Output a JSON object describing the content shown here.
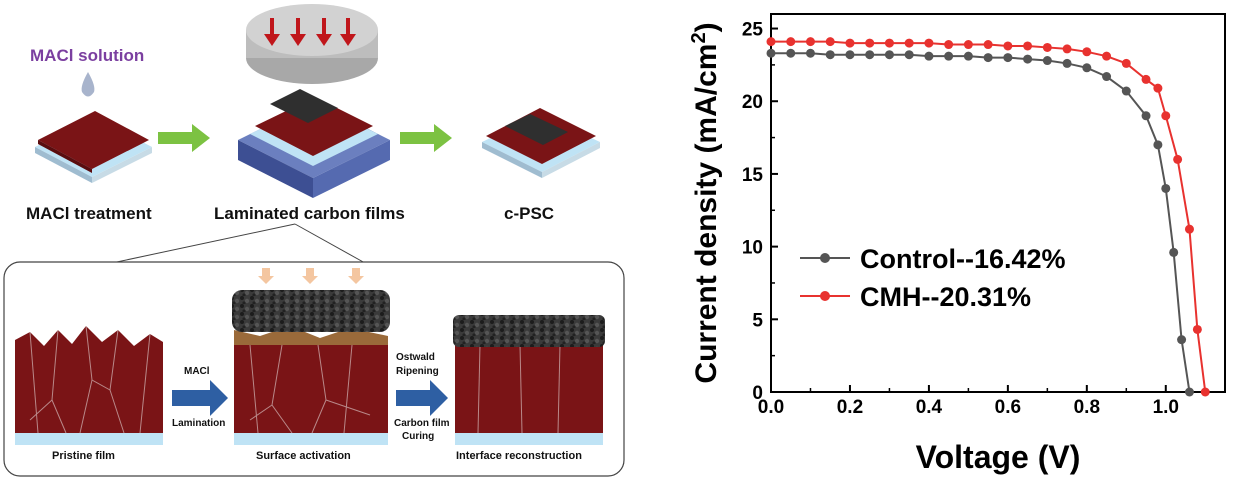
{
  "schematic": {
    "solution_label": "MACl solution",
    "step_labels": [
      "MACl treatment",
      "Laminated carbon films",
      "c-PSC"
    ],
    "detail": {
      "stage_labels": [
        "Pristine film",
        "Surface activation",
        "Interface reconstruction"
      ],
      "arrow1_top": "MACl",
      "arrow1_bottom": "Lamination",
      "arrow2_top_line1": "Ostwald",
      "arrow2_top_line2": "Ripening",
      "arrow2_bottom_line1": "Carbon film",
      "arrow2_bottom_line2": "Curing"
    },
    "colors": {
      "perovskite": "#7a1416",
      "substrate": "#bfe3f5",
      "carbon": "#2f2f2f",
      "press_base": "#4a5fa6",
      "arrow_green": "#7cc242",
      "arrow_blue": "#2e5fa3",
      "solution_text": "#7b3fa0",
      "press_arrow": "#c0161b"
    }
  },
  "chart_data": {
    "type": "line",
    "xlabel": "Voltage (V)",
    "ylabel": "Current density (mA/cm",
    "ylabel_sup": "2",
    "ylabel_close": ")",
    "xlim": [
      0.0,
      1.15
    ],
    "ylim": [
      0,
      26
    ],
    "x_ticks": [
      "0.0",
      "0.2",
      "0.4",
      "0.6",
      "0.8",
      "1.0"
    ],
    "y_ticks": [
      "0",
      "5",
      "10",
      "15",
      "20",
      "25"
    ],
    "legend_position": "center-left",
    "series": [
      {
        "name": "Control--16.42%",
        "color": "#555555",
        "x": [
          0.0,
          0.05,
          0.1,
          0.15,
          0.2,
          0.25,
          0.3,
          0.35,
          0.4,
          0.45,
          0.5,
          0.55,
          0.6,
          0.65,
          0.7,
          0.75,
          0.8,
          0.85,
          0.9,
          0.95,
          0.98,
          1.0,
          1.02,
          1.04,
          1.06
        ],
        "y": [
          23.3,
          23.3,
          23.3,
          23.2,
          23.2,
          23.2,
          23.2,
          23.2,
          23.1,
          23.1,
          23.1,
          23.0,
          23.0,
          22.9,
          22.8,
          22.6,
          22.3,
          21.7,
          20.7,
          19.0,
          17.0,
          14.0,
          9.6,
          3.6,
          0
        ]
      },
      {
        "name": "CMH--20.31%",
        "color": "#e8322f",
        "x": [
          0.0,
          0.05,
          0.1,
          0.15,
          0.2,
          0.25,
          0.3,
          0.35,
          0.4,
          0.45,
          0.5,
          0.55,
          0.6,
          0.65,
          0.7,
          0.75,
          0.8,
          0.85,
          0.9,
          0.95,
          0.98,
          1.0,
          1.03,
          1.06,
          1.08,
          1.1
        ],
        "y": [
          24.1,
          24.1,
          24.1,
          24.1,
          24.0,
          24.0,
          24.0,
          24.0,
          24.0,
          23.9,
          23.9,
          23.9,
          23.8,
          23.8,
          23.7,
          23.6,
          23.4,
          23.1,
          22.6,
          21.5,
          20.9,
          19.0,
          16.0,
          11.2,
          4.3,
          0
        ]
      }
    ]
  }
}
